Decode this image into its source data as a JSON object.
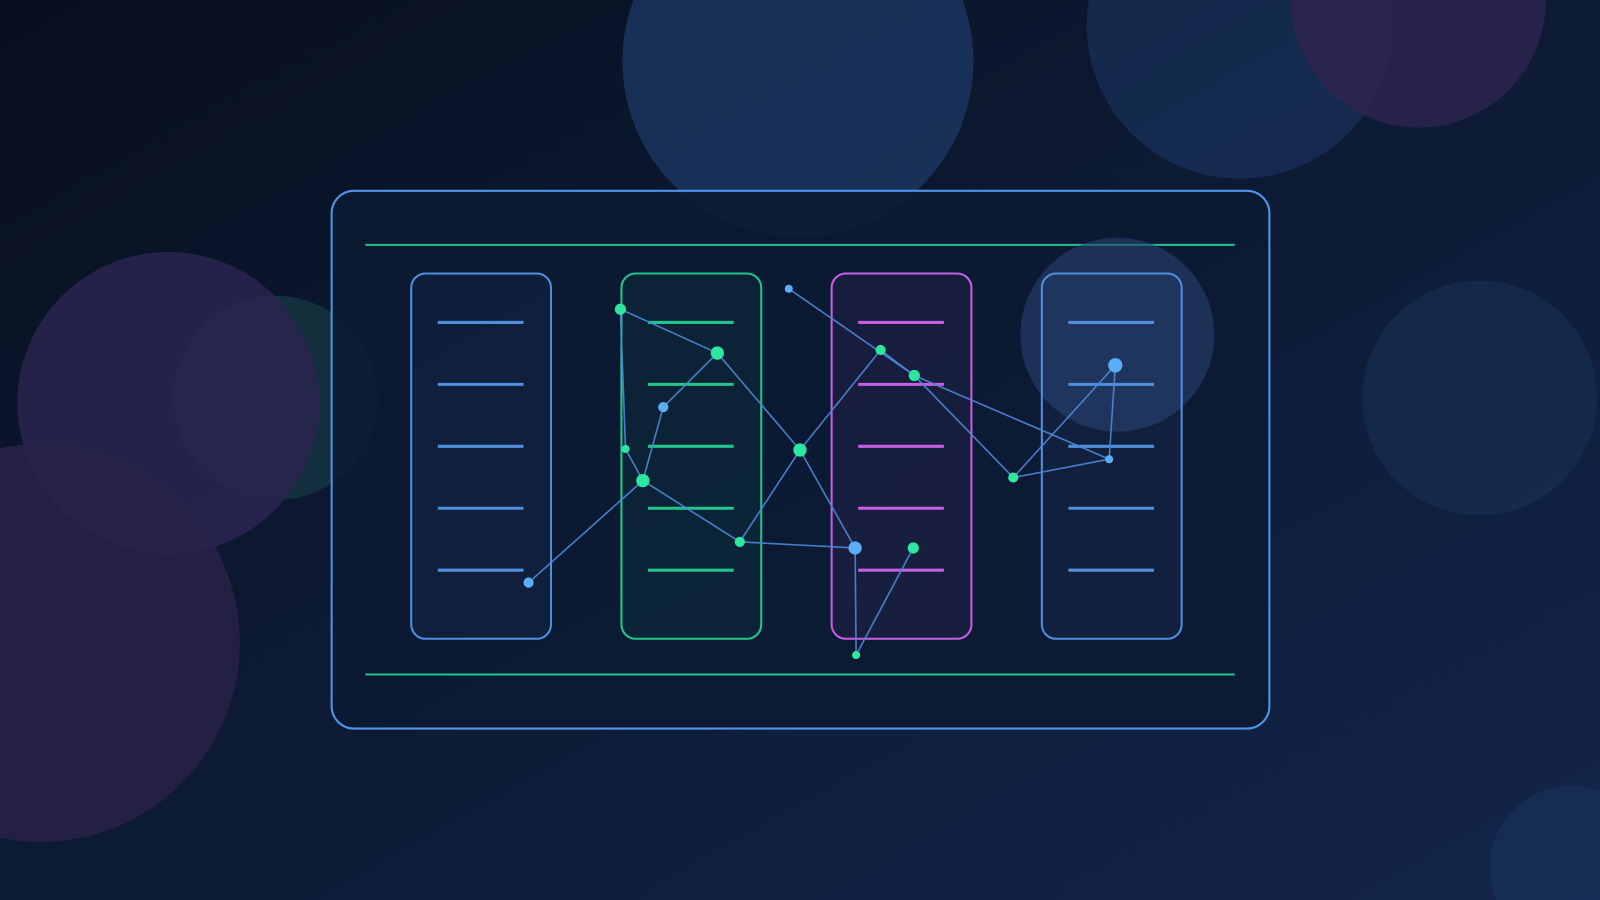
{
  "colors": {
    "background_top": "#07101f",
    "background_bottom": "#13254a",
    "frame_stroke": "#4f94e8",
    "divider": "#22c58e",
    "column_blue": "#4f8fe0",
    "column_green": "#22c58e",
    "column_magenta": "#c65ee6",
    "node_green": "#2ee6a0",
    "node_blue": "#5aaef5",
    "edge": "#4f86d6"
  },
  "columns": [
    {
      "color": "column_blue",
      "lines": 5
    },
    {
      "color": "column_green",
      "lines": 5
    },
    {
      "color": "column_magenta",
      "lines": 5
    },
    {
      "color": "column_blue",
      "lines": 5,
      "highlighted": true
    }
  ]
}
